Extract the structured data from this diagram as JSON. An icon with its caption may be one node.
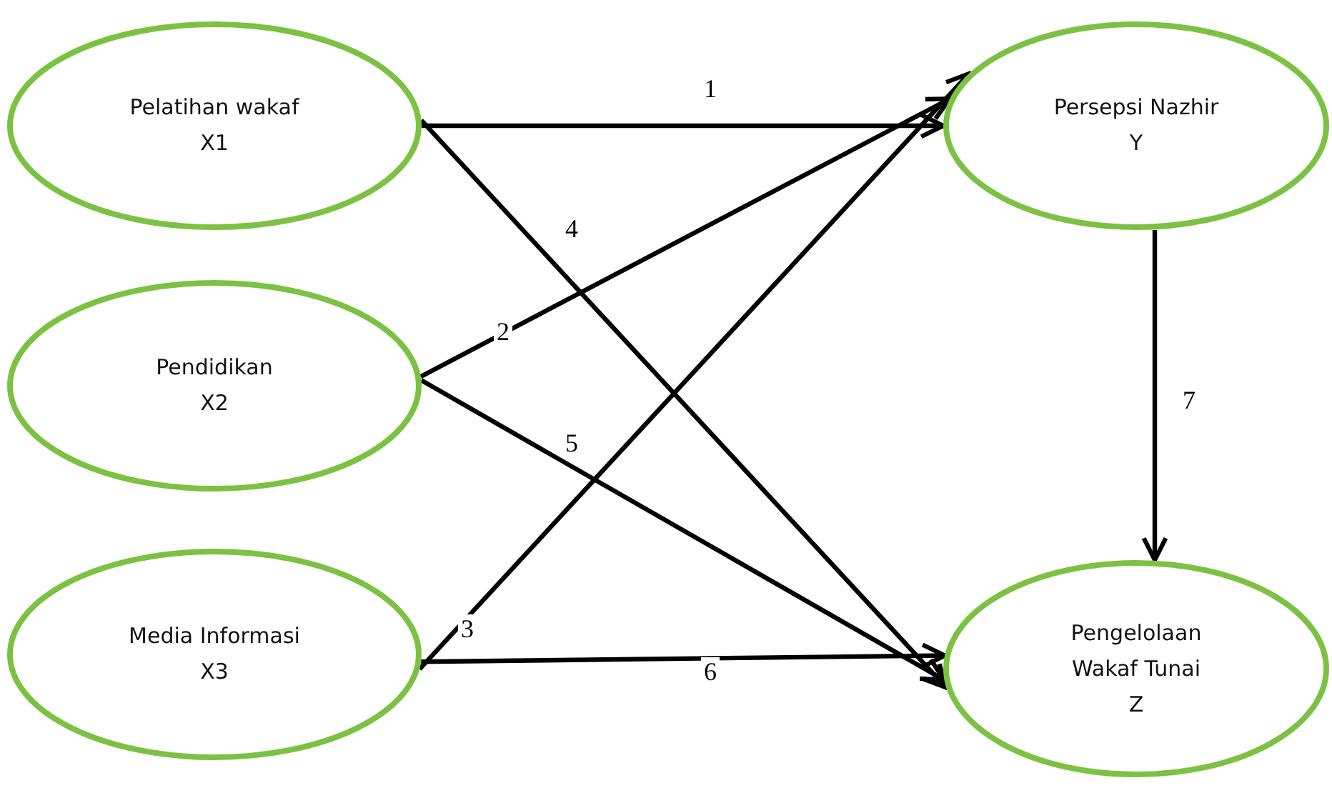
{
  "diagram": {
    "nodes": [
      {
        "text": [
          "Pelatihan wakaf",
          "X1"
        ]
      },
      {
        "text": [
          "Pendidikan",
          "X2"
        ]
      },
      {
        "text": [
          "Media Informasi",
          "X3"
        ]
      },
      {
        "text": [
          "Persepsi Nazhir",
          "Y"
        ]
      },
      {
        "text": [
          "Pengelolaan Wakaf Tunai",
          "Z"
        ]
      }
    ],
    "edges": [
      {
        "from": 0,
        "to": 3,
        "arrow": "to",
        "label": "1"
      },
      {
        "from": 1,
        "to": 3,
        "arrow": "to",
        "label": "2"
      },
      {
        "from": 2,
        "to": 3,
        "arrow": "to",
        "label": "3"
      },
      {
        "from": 0,
        "to": 4,
        "arrow": "to",
        "label": "4"
      },
      {
        "from": 1,
        "to": 4,
        "arrow": "to",
        "label": "5"
      },
      {
        "from": 2,
        "to": 4,
        "arrow": "to",
        "label": "6"
      },
      {
        "from": 3,
        "to": 4,
        "arrow": "to",
        "label": "7"
      }
    ]
  }
}
